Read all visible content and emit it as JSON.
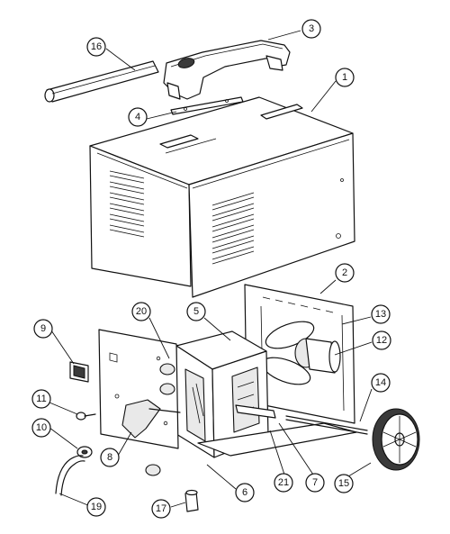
{
  "callouts": {
    "c1": "1",
    "c2": "2",
    "c3": "3",
    "c4": "4",
    "c5": "5",
    "c6": "6",
    "c7": "7",
    "c8": "8",
    "c9": "9",
    "c10": "10",
    "c11": "11",
    "c12": "12",
    "c13": "13",
    "c14": "14",
    "c15": "15",
    "c16": "16",
    "c17": "17",
    "c19": "19",
    "c20": "20",
    "c21": "21"
  }
}
